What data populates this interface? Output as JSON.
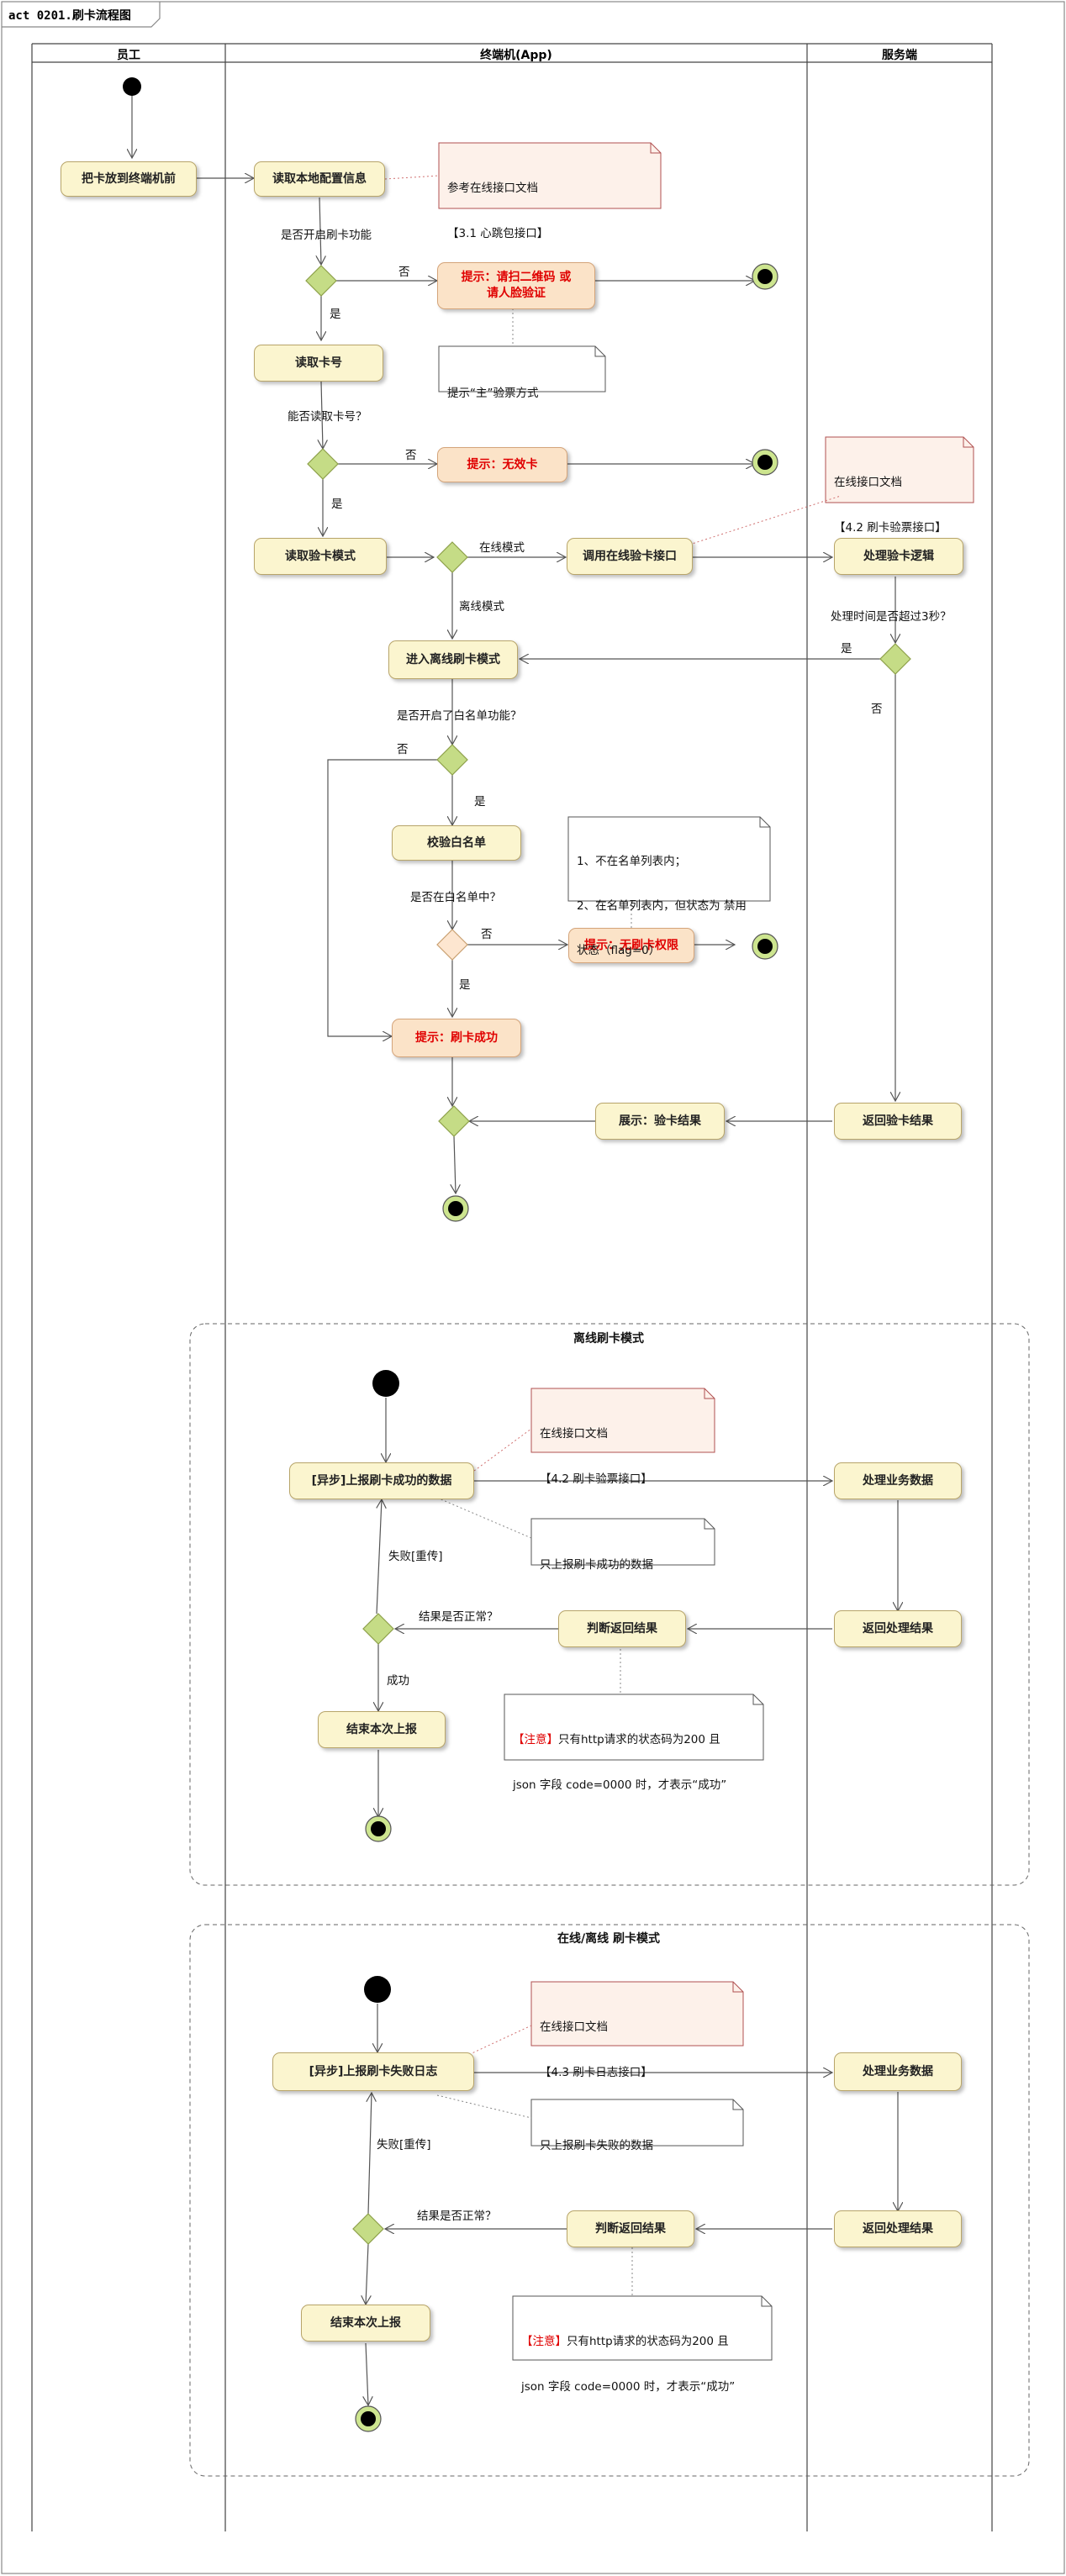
{
  "frame": {
    "title": "act 0201.刷卡流程图"
  },
  "lanes": [
    "员工",
    "终端机(App)",
    "服务端"
  ],
  "activities": {
    "put_card": "把卡放到终端机前",
    "read_config": "读取本地配置信息",
    "read_card_no": "读取卡号",
    "read_mode": "读取验卡模式",
    "call_online": "调用在线验卡接口",
    "server_logic": "处理验卡逻辑",
    "enter_offline": "进入离线刷卡模式",
    "check_whitelist": "校验白名单",
    "return_result": "返回验卡结果",
    "show_result": "展示：验卡结果",
    "report_success": "[异步]上报刷卡成功的数据",
    "process_data_1": "处理业务数据",
    "return_process_1": "返回处理结果",
    "judge_result_1": "判断返回结果",
    "end_report_1": "结束本次上报",
    "report_fail": "[异步]上报刷卡失败日志",
    "process_data_2": "处理业务数据",
    "return_process_2": "返回处理结果",
    "judge_result_2": "判断返回结果",
    "end_report_2": "结束本次上报"
  },
  "alerts": {
    "scan_qr": "提示：请扫二维码 或\n请人脸验证",
    "invalid_card": "提示：无效卡",
    "no_permission": "提示：无刷卡权限",
    "success": "提示：刷卡成功"
  },
  "notes": {
    "heartbeat": [
      "参考在线接口文档",
      "【3.1 心跳包接口】"
    ],
    "main_method": [
      "提示“主”验票方式"
    ],
    "online_verify": [
      "在线接口文档",
      "【4.2 刷卡验票接口】"
    ],
    "not_in_list": [
      "1、不在名单列表内；",
      "2、在名单列表内，但状态为 禁用",
      "状态（flag=0）"
    ],
    "report_success_doc": [
      "在线接口文档",
      "【4.2 刷卡验票接口】"
    ],
    "report_success_desc": [
      "只上报刷卡成功的数据"
    ],
    "attention_1": {
      "tag": "【注意】",
      "text": "只有http请求的状态码为200 且",
      "line2": "json 字段 code=0000 时，才表示“成功”"
    },
    "report_fail_doc": [
      "在线接口文档",
      "【4.3 刷卡日志接口】"
    ],
    "report_fail_desc": [
      "只上报刷卡失败的数据"
    ],
    "attention_2": {
      "tag": "【注意】",
      "text": "只有http请求的状态码为200 且",
      "line2": "json 字段 code=0000 时，才表示“成功”"
    }
  },
  "labels": {
    "enable_card": "是否开启刷卡功能",
    "no_1": "否",
    "yes_1": "是",
    "can_read": "能否读取卡号？",
    "no_2": "否",
    "yes_2": "是",
    "online_mode": "在线模式",
    "offline_mode": "离线模式",
    "over_3s": "处理时间是否超过3秒？",
    "yes_3": "是",
    "no_3": "否",
    "whitelist_enabled": "是否开启了白名单功能？",
    "no_4": "否",
    "yes_4": "是",
    "in_whitelist": "是否在白名单中？",
    "no_5": "否",
    "yes_5": "是",
    "retry_1": "失败[重传]",
    "normal_1": "结果是否正常？",
    "success_1": "成功",
    "retry_2": "失败[重传]",
    "normal_2": "结果是否正常？"
  },
  "partitions": {
    "offline": "离线刷卡模式",
    "online_offline": "在线/离线 刷卡模式"
  },
  "colors": {
    "activity_fill": "#fbf5cf",
    "alert_fill": "#fbe3c8",
    "note_fill": "#fdf1ea",
    "diamond_fill": "#c5dc86",
    "alert_text": "#e00000"
  }
}
